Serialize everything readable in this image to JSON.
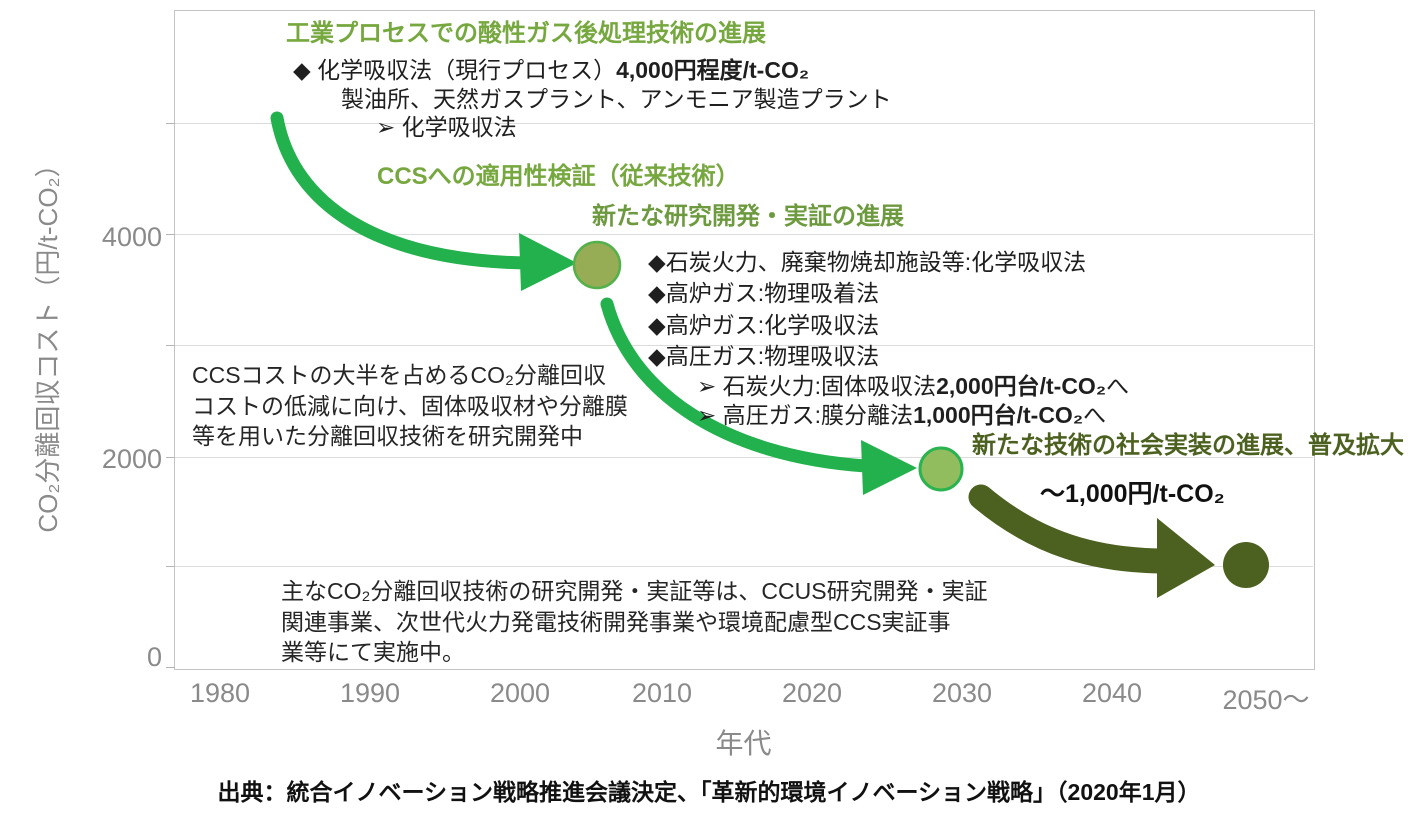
{
  "chart_data": {
    "type": "scatter",
    "xlabel": "年代",
    "ylabel": "CO₂分離回収コスト（円/t-CO₂）",
    "x_ticks": [
      "1980",
      "1990",
      "2000",
      "2010",
      "2020",
      "2030",
      "2040",
      "2050～"
    ],
    "y_ticks": [
      "0",
      "2000",
      "4000"
    ],
    "ylim": [
      0,
      6300
    ],
    "grid": true,
    "milestones": [
      {
        "year": 2005,
        "cost": 3900,
        "stage": "CCSへの適用性検証（従来技術）"
      },
      {
        "year": 2029,
        "cost": 1900,
        "stage": "新たな研究開発・実証の進展"
      },
      {
        "year": 2050,
        "cost": 1000,
        "stage": "新たな技術の社会実装の進展、普及拡大"
      }
    ]
  },
  "axes": {
    "x": {
      "ticks": [
        "1980",
        "1990",
        "2000",
        "2010",
        "2020",
        "2030",
        "2040",
        "2050～"
      ],
      "title": "年代"
    },
    "y": {
      "ticks": [
        "4000",
        "2000",
        "0"
      ],
      "title": "CO₂分離回収コスト（円/t-CO₂）"
    }
  },
  "header_block": {
    "heading": "工業プロセスでの酸性ガス後処理技術の進展",
    "line1_prefix": "◆ 化学吸収法（現行プロセス）",
    "line1_bold": "4,000円程度/t-CO₂",
    "line2": "製油所、天然ガスプラント、アンモニア製造プラント",
    "line3": "➢ 化学吸収法"
  },
  "stage1_heading": "CCSへの適用性検証（従来技術）",
  "stage2": {
    "heading": "新たな研究開発・実証の進展",
    "bullets": [
      "◆石炭火力、廃棄物焼却施設等:化学吸収法",
      "◆高炉ガス:物理吸着法",
      "◆高炉ガス:化学吸収法",
      "◆高圧ガス:物理吸収法"
    ],
    "sub1_prefix": "➢ 石炭火力:固体吸収法",
    "sub1_bold": "2,000円台/t-CO₂",
    "sub1_suffix": "へ",
    "sub2_prefix": "➢ 高圧ガス:膜分離法",
    "sub2_bold": "1,000円台/t-CO₂",
    "sub2_suffix": "へ"
  },
  "left_note": {
    "lines": [
      "CCSコストの大半を占めるCO₂分離回収",
      "コストの低減に向け、固体吸収材や分離膜",
      "等を用いた分離回収技術を研究開発中"
    ]
  },
  "stage3": {
    "heading": "新たな技術の社会実装の進展、普及拡大",
    "target": "～1,000円/t-CO₂"
  },
  "bottom_note": {
    "lines": [
      "主なCO₂分離回収技術の研究開発・実証等は、CCUS研究開発・実証",
      "関連事業、次世代火力発電技術開発事業や環境配慮型CCS実証事",
      "業等にて実施中。"
    ]
  },
  "source_line": "出典：統合イノベーション戦略推進会議決定、「革新的環境イノベーション戦略」（2020年1月）",
  "colors": {
    "bright_green": "#23b14d",
    "heading_green": "#76a83f",
    "heading_olive": "#6d9a3f",
    "dark_olive": "#4c611f",
    "circle1_fill": "#97ad55",
    "circle1_stroke": "#52b14a",
    "circle2_fill": "#92bd5e",
    "circle2_stroke": "#2bb34f",
    "circle3_fill": "#4c611f",
    "axis_gray": "#8a8a8a",
    "grid_gray": "#dcdcdc",
    "text_black": "#1f1f1f"
  }
}
